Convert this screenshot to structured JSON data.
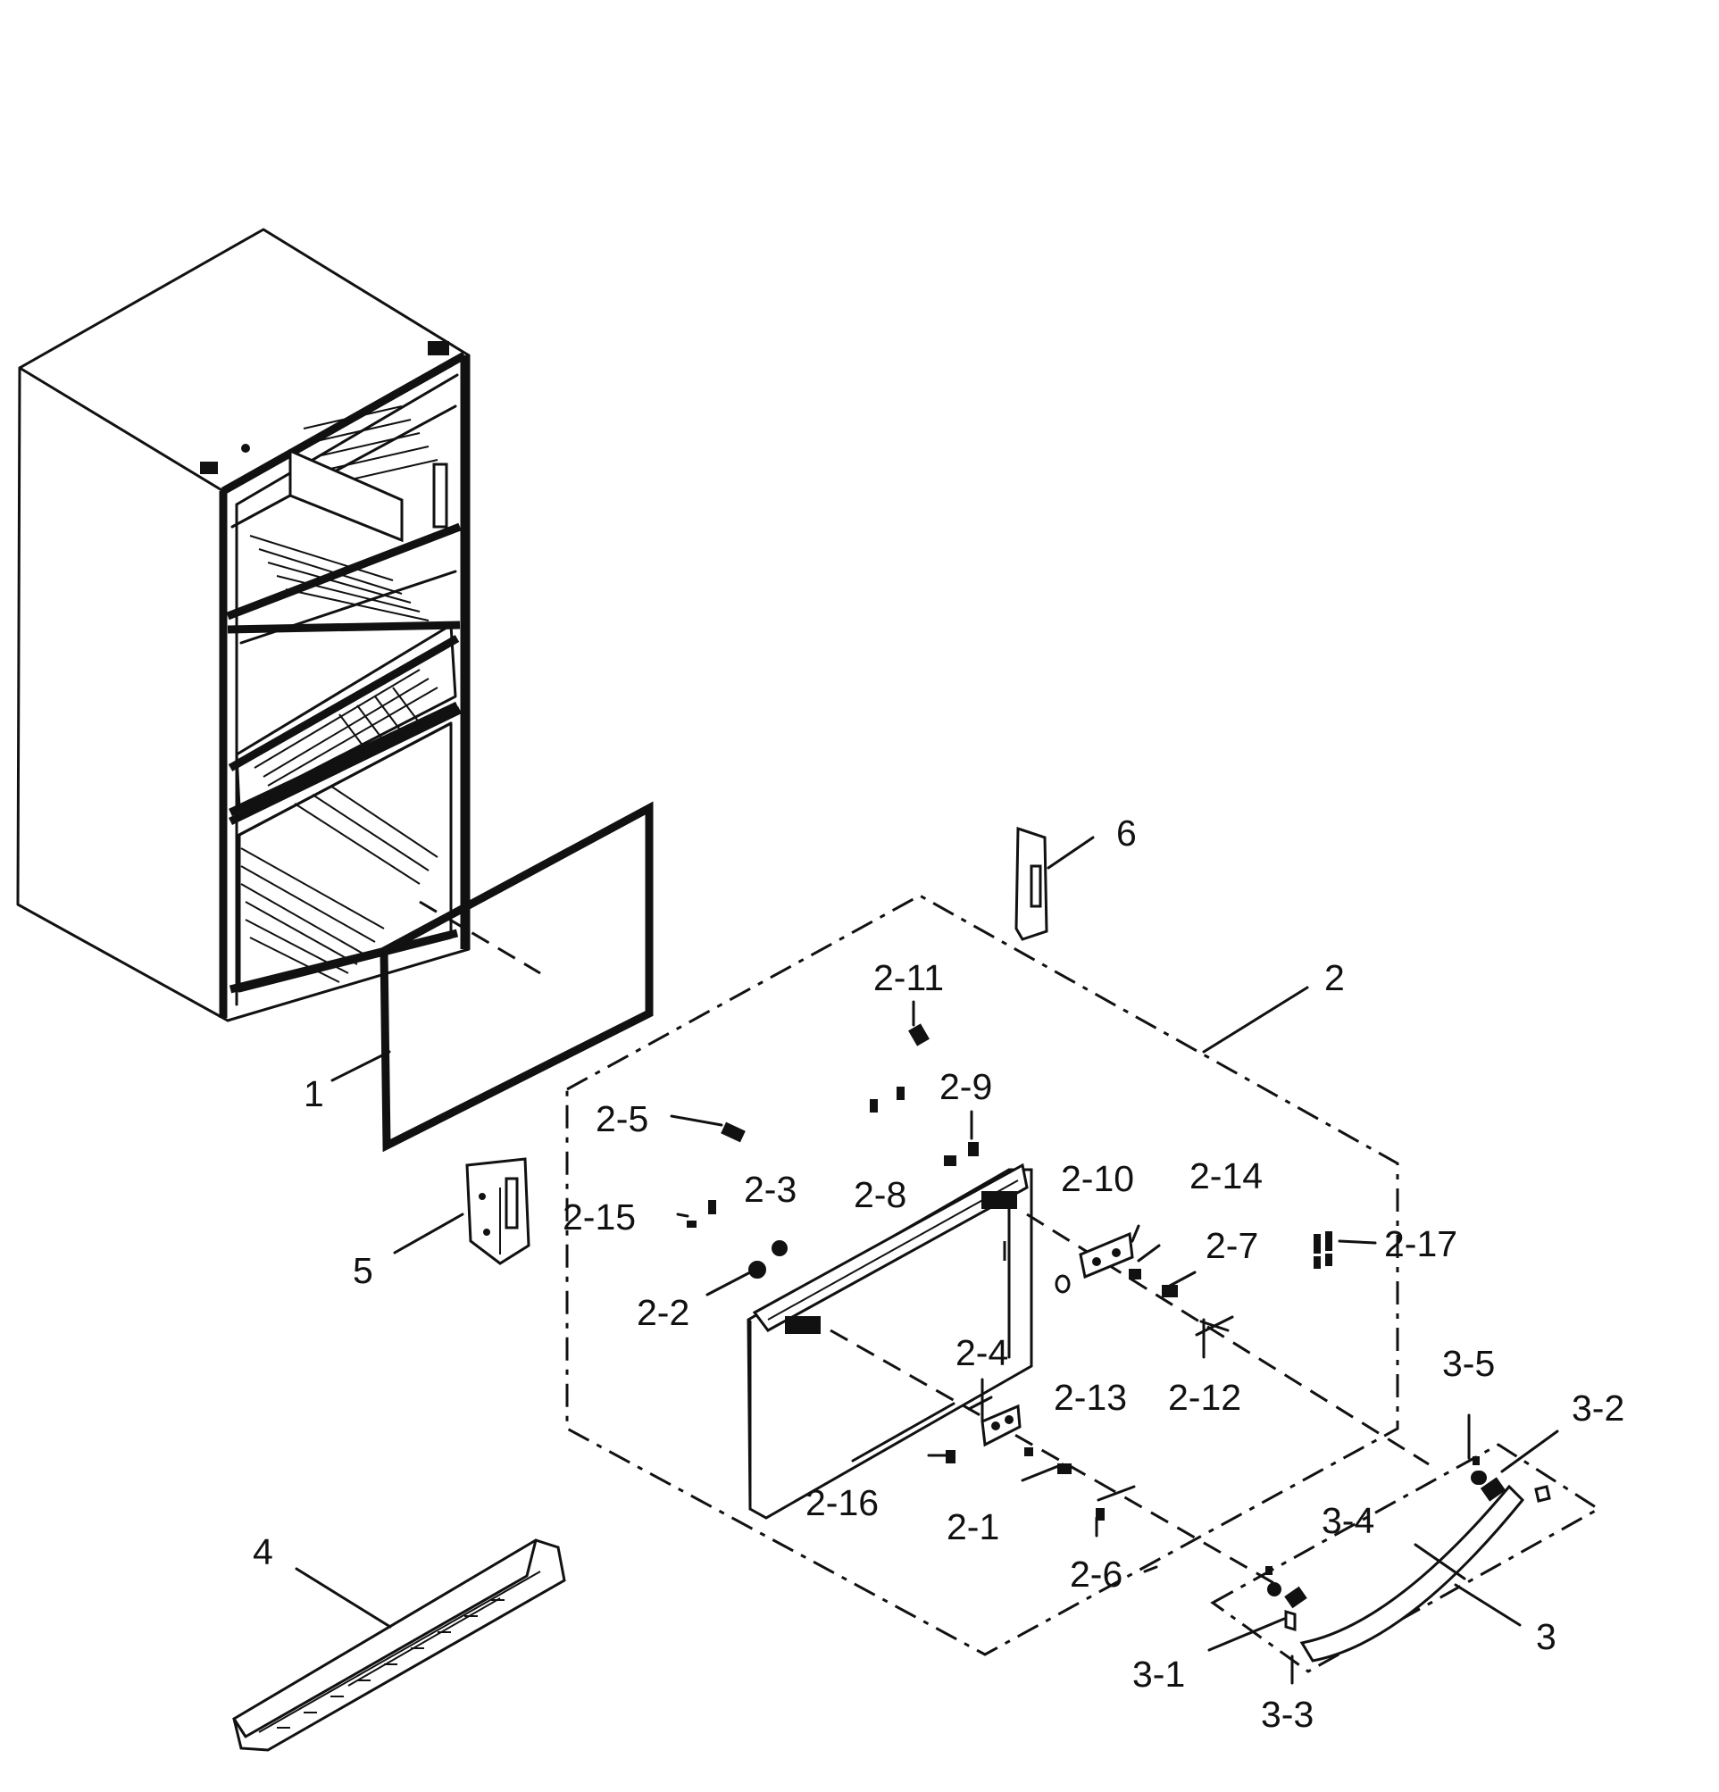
{
  "callouts": {
    "p1": "1",
    "p2": "2",
    "p2_1": "2-1",
    "p2_2": "2-2",
    "p2_3": "2-3",
    "p2_4": "2-4",
    "p2_5": "2-5",
    "p2_6": "2-6",
    "p2_7": "2-7",
    "p2_8": "2-8",
    "p2_9": "2-9",
    "p2_10": "2-10",
    "p2_11": "2-11",
    "p2_12": "2-12",
    "p2_13": "2-13",
    "p2_14": "2-14",
    "p2_15": "2-15",
    "p2_16": "2-16",
    "p2_17": "2-17",
    "p3": "3",
    "p3_1": "3-1",
    "p3_2": "3-2",
    "p3_3": "3-3",
    "p3_4": "3-4",
    "p3_5": "3-5",
    "p4": "4",
    "p5": "5",
    "p6": "6"
  }
}
